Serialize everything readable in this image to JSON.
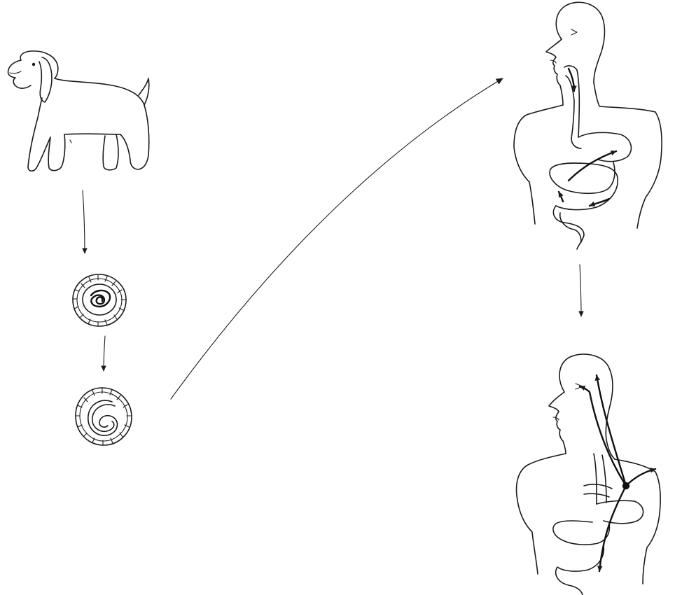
{
  "diagram": {
    "stages": [
      {
        "id": "dog",
        "icon": "dog-icon"
      },
      {
        "id": "egg-embryonated",
        "icon": "egg-icon"
      },
      {
        "id": "egg-larva",
        "icon": "egg-larva-icon"
      },
      {
        "id": "human-ingestion",
        "icon": "human-digestive-tract-icon"
      },
      {
        "id": "human-migration",
        "icon": "human-larval-migration-icon"
      }
    ],
    "arrows": [
      {
        "from": "dog",
        "to": "egg-embryonated"
      },
      {
        "from": "egg-embryonated",
        "to": "egg-larva"
      },
      {
        "from": "egg-larva",
        "to": "human-ingestion"
      },
      {
        "from": "human-ingestion",
        "to": "human-migration"
      }
    ],
    "colors": {
      "ink": "#1a1a1a",
      "background": "#ffffff"
    }
  }
}
